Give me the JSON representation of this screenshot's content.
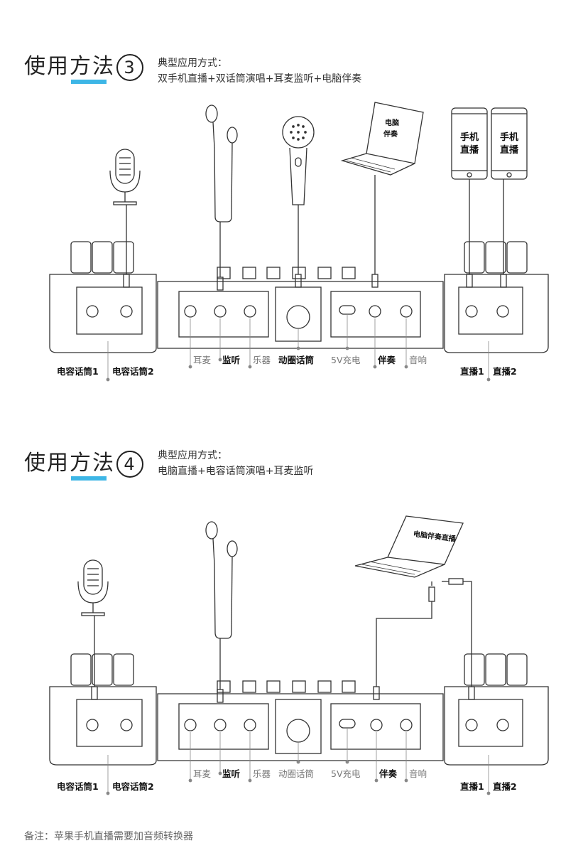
{
  "s3": {
    "title": "使用方法",
    "number": "3",
    "subtitle1": "典型应用方式：",
    "subtitle2": "双手机直播+双话筒演唱+耳麦监听+电脑伴奏",
    "phone1_line1": "手机",
    "phone1_line2": "直播",
    "phone2_line1": "手机",
    "phone2_line2": "直播",
    "laptop_line1": "电脑",
    "laptop_line2": "伴奏",
    "labels": {
      "mic1": "电容话筒1",
      "mic2": "电容话筒2",
      "earphone": "耳麦",
      "monitor": "监听",
      "instrument": "乐器",
      "dynamic": "动圈话筒",
      "charge": "5V充电",
      "accomp": "伴奏",
      "speaker": "音响",
      "live1": "直播1",
      "live2": "直播2"
    }
  },
  "s4": {
    "title": "使用方法",
    "number": "4",
    "subtitle1": "典型应用方式：",
    "subtitle2": "电脑直播+电容话筒演唱+耳麦监听",
    "laptop_text": "电脑伴奏直播",
    "labels": {
      "mic1": "电容话筒1",
      "mic2": "电容话筒2",
      "earphone": "耳麦",
      "monitor": "监听",
      "instrument": "乐器",
      "dynamic": "动圈话筒",
      "charge": "5V充电",
      "accomp": "伴奏",
      "speaker": "音响",
      "live1": "直播1",
      "live2": "直播2"
    }
  },
  "note": "备注：苹果手机直播需要加音频转换器",
  "colors": {
    "accent": "#3db6e6",
    "line": "#333333",
    "text": "#222222"
  }
}
